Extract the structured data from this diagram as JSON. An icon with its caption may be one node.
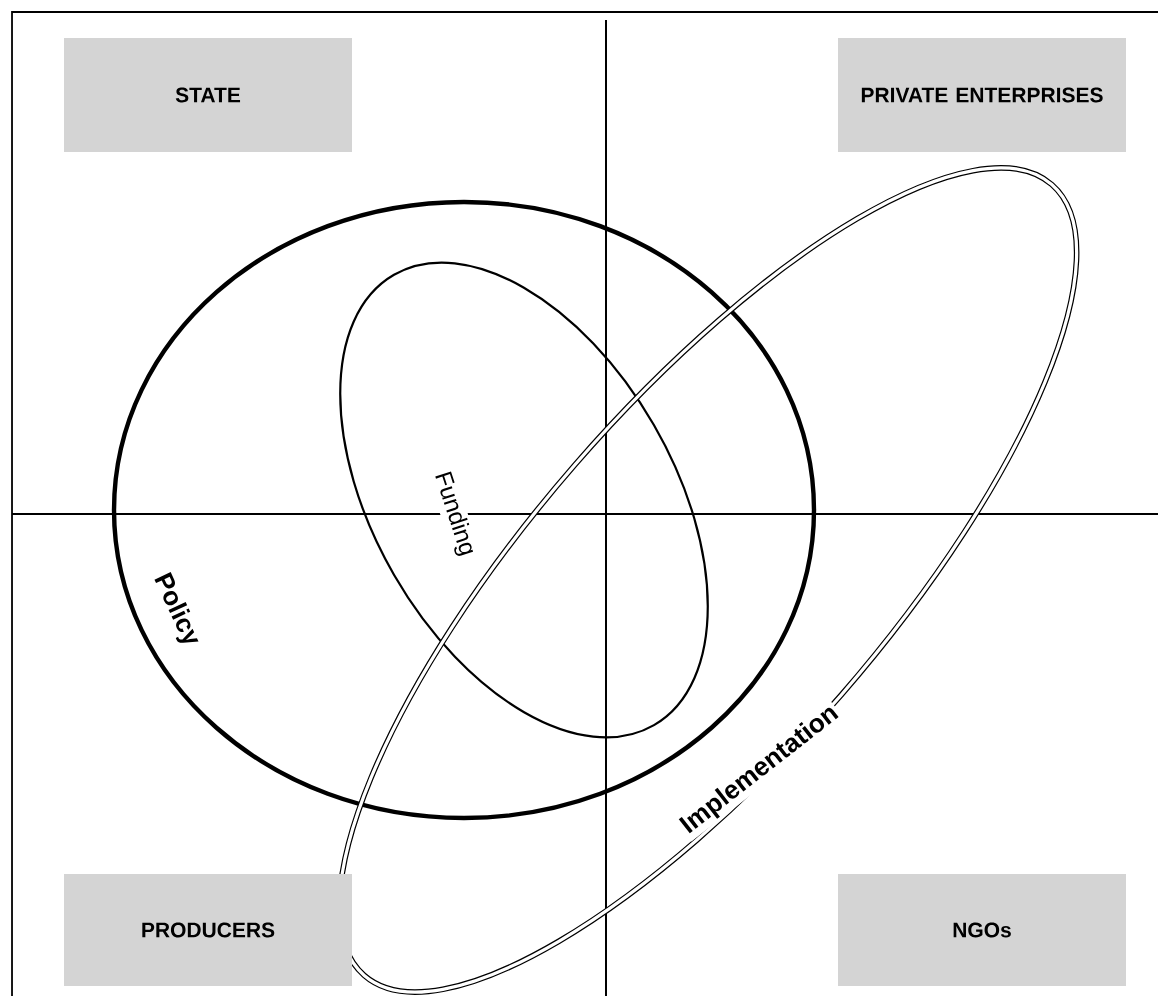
{
  "diagram": {
    "nodes": [
      {
        "text": [
          "STATE"
        ]
      },
      {
        "text": [
          "PRIVATE ENTERPRISES"
        ]
      },
      {
        "text": [
          "PRODUCERS"
        ]
      },
      {
        "text": [
          "NGOs"
        ]
      },
      {
        "text": [
          "Policy"
        ]
      },
      {
        "text": [
          "Funding"
        ],
        "in": 4
      },
      {
        "text": [
          "Implementation"
        ]
      }
    ]
  }
}
